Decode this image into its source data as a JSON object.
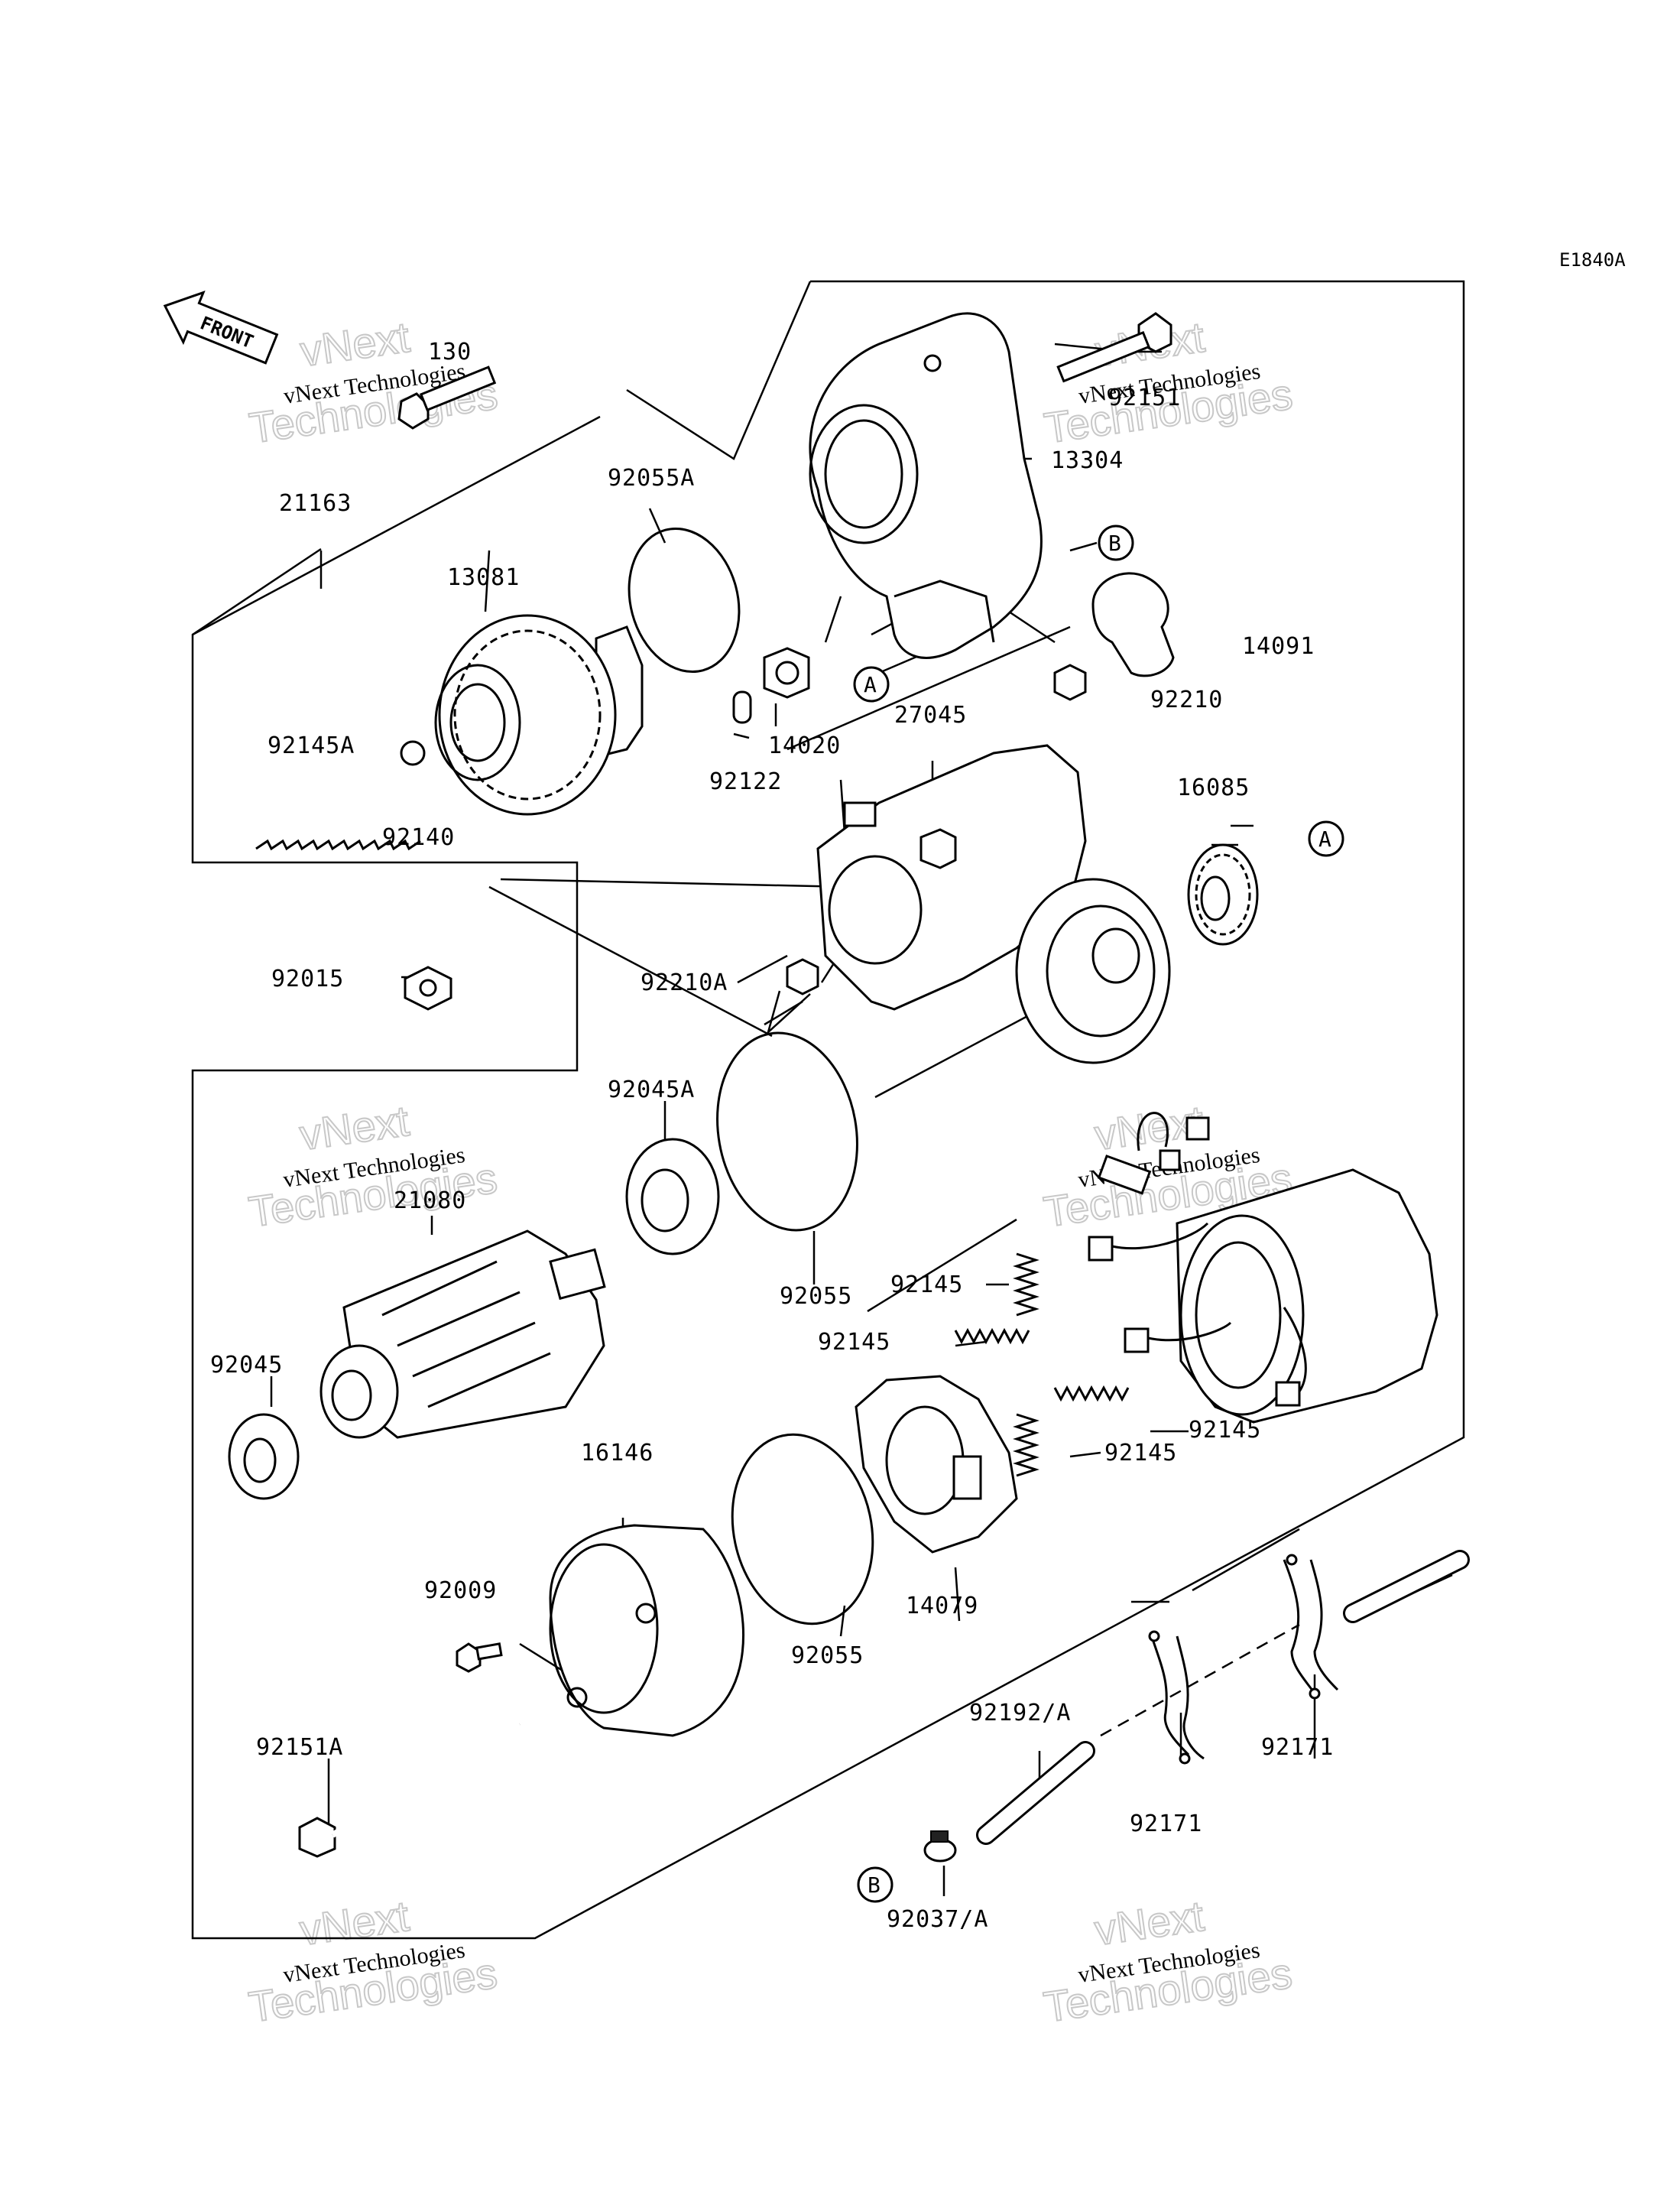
{
  "diagram": {
    "code": "E1840A",
    "front_label": "FRONT",
    "watermark": {
      "line1": "vNext",
      "line2": "Technologies",
      "small": "vNext Technologies"
    },
    "callouts": {
      "A": "A",
      "B": "B"
    },
    "parts": {
      "p130": "130",
      "p92151": "92151",
      "p13304": "13304",
      "p21163": "21163",
      "p92055A": "92055A",
      "p13081": "13081",
      "p14091": "14091",
      "p92210": "92210",
      "p27045": "27045",
      "p14020": "14020",
      "p92122": "92122",
      "p92145A": "92145A",
      "p92140": "92140",
      "p16085": "16085",
      "p92015": "92015",
      "p92210A": "92210A",
      "p92045A": "92045A",
      "p21080": "21080",
      "p92055_1": "92055",
      "p92145_1": "92145",
      "p92145_2": "92145",
      "p92145_3": "92145",
      "p92145_4": "92145",
      "p92045": "92045",
      "p16146": "16146",
      "p92009": "92009",
      "p14079": "14079",
      "p92055_2": "92055",
      "p92192A": "92192/A",
      "p92171_1": "92171",
      "p92171_2": "92171",
      "p92151A": "92151A",
      "p92037A": "92037/A"
    }
  }
}
